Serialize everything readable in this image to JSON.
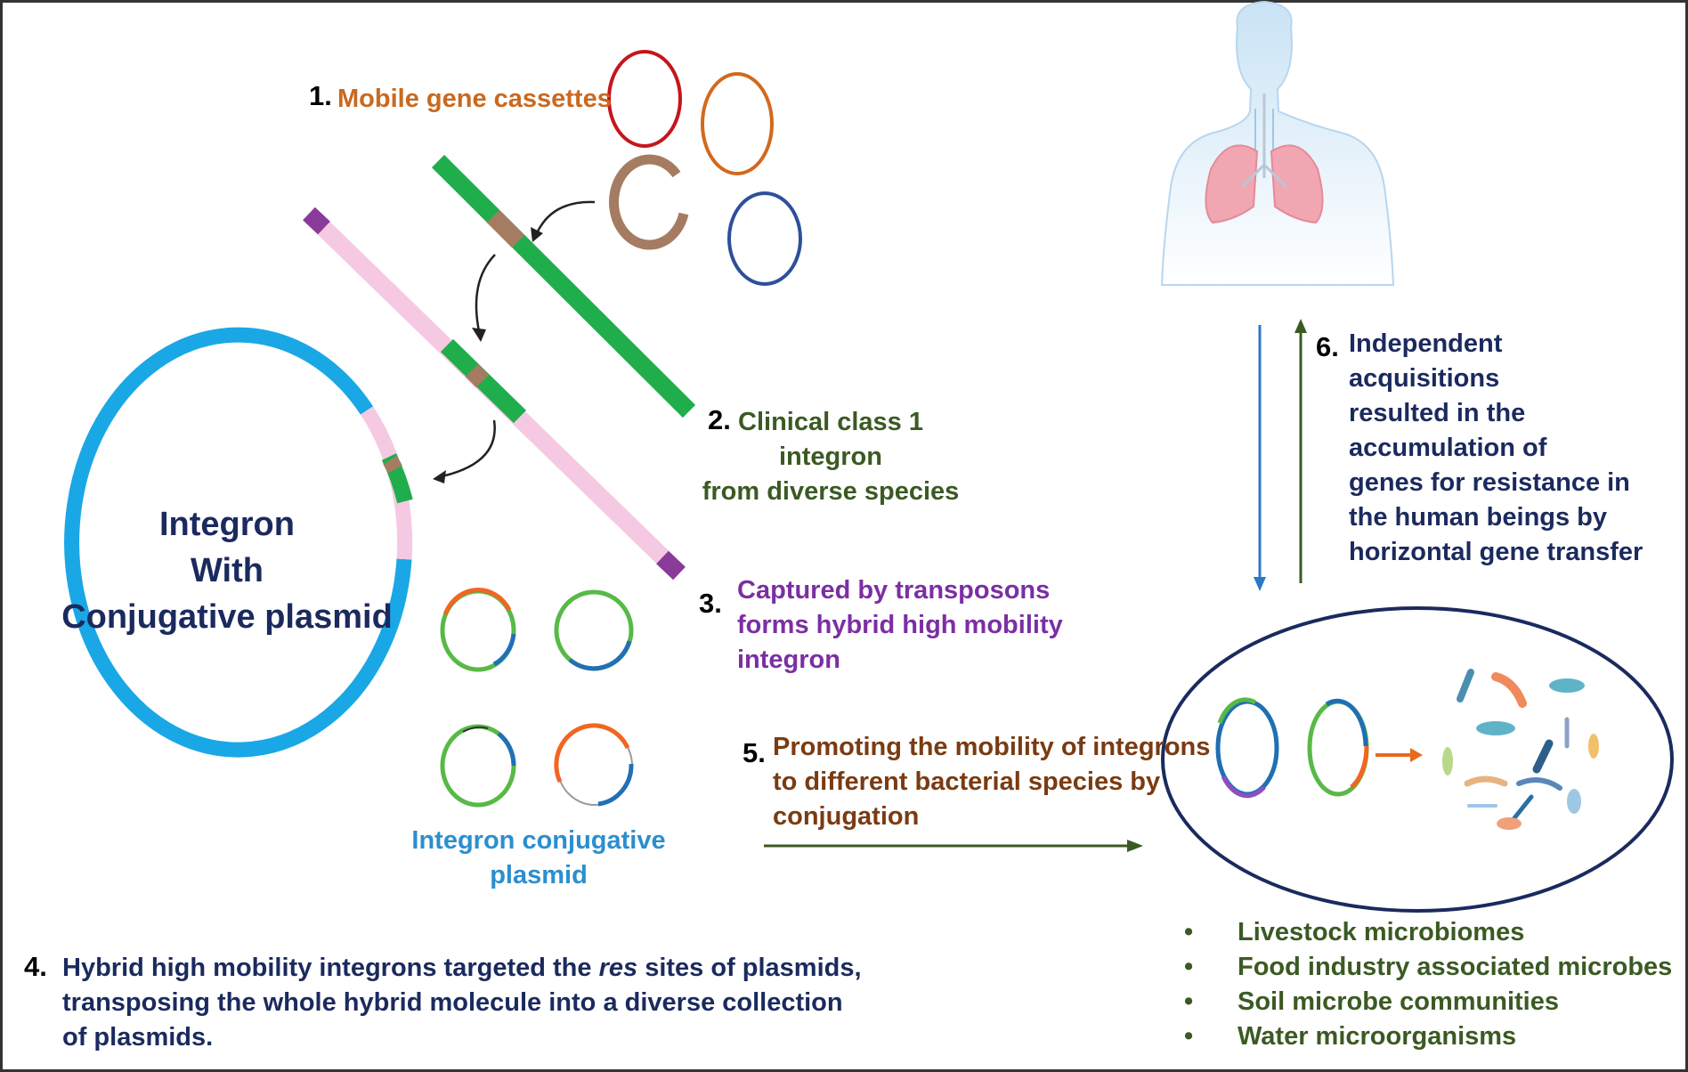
{
  "colors": {
    "green_integron": "#1fae4b",
    "pink_transposon": "#f6c9e2",
    "purple_end": "#8a3a99",
    "brown_cassette": "#a57c62",
    "plasmid_blue": "#1aa7e6",
    "dark_navy": "#1b2a5e",
    "text_orange": "#c9691f",
    "text_green": "#3b5a23",
    "text_purple": "#7b2fa3",
    "text_brown": "#7a3b12",
    "text_lightblue": "#2b8fcf"
  },
  "step1": {
    "number": "1.",
    "label": "Mobile gene cassettes"
  },
  "step2": {
    "number": "2.",
    "lines": [
      "Clinical class 1",
      "integron",
      "from diverse species"
    ]
  },
  "step3": {
    "number": "3.",
    "lines": [
      "Captured by transposons",
      "forms hybrid high mobility",
      "integron"
    ]
  },
  "step4": {
    "number": "4.",
    "lines_prefix": "Hybrid high mobility integrons targeted the ",
    "lines_italic": "res",
    "lines_suffix": " sites of plasmids,",
    "line2": "transposing the whole hybrid molecule into a diverse collection",
    "line3": "of plasmids."
  },
  "step5": {
    "number": "5.",
    "lines": [
      "Promoting the mobility of integrons",
      "to different bacterial species by",
      "conjugation"
    ]
  },
  "step6": {
    "number": "6.",
    "lines": [
      "Independent",
      "acquisitions",
      "resulted in the",
      "accumulation of",
      "genes for resistance in",
      "the human beings by",
      "horizontal gene transfer"
    ]
  },
  "big_plasmid": {
    "lines": [
      "Integron",
      "With",
      "Conjugative plasmid"
    ]
  },
  "small_plasmids_caption": {
    "lines": [
      "Integron conjugative",
      "plasmid"
    ]
  },
  "bullets": [
    "Livestock microbiomes",
    "Food industry associated microbes",
    "Soil microbe communities",
    "Water microorganisms"
  ],
  "icons": [
    "human-lungs-icon",
    "bacteria-cluster-icon",
    "arrow-icon"
  ]
}
